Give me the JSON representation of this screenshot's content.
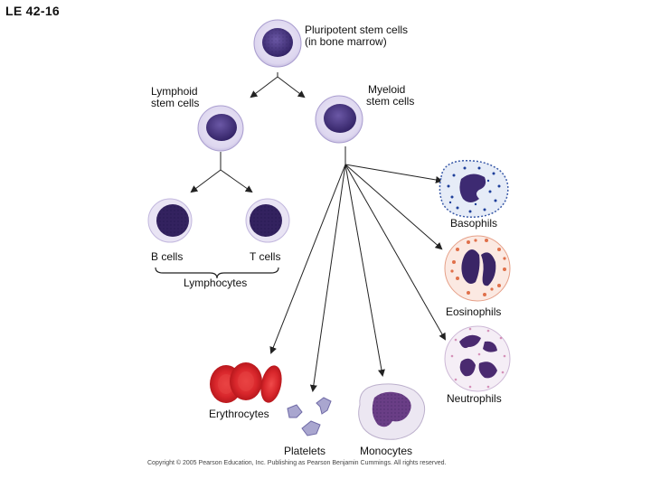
{
  "slide": {
    "title": "LE 42-16"
  },
  "labels": {
    "pluripotent": [
      "Pluripotent stem cells",
      "(in bone marrow)"
    ],
    "lymphoid": [
      "Lymphoid",
      "stem cells"
    ],
    "myeloid": [
      "Myeloid",
      "stem cells"
    ],
    "basophils": "Basophils",
    "b_cells": "B cells",
    "t_cells": "T cells",
    "lymphocytes": "Lymphocytes",
    "eosinophils": "Eosinophils",
    "neutrophils": "Neutrophils",
    "erythrocytes": "Erythrocytes",
    "platelets": "Platelets",
    "monocytes": "Monocytes"
  },
  "copyright": "Copyright © 2005 Pearson Education, Inc. Publishing as Pearson Benjamin Cummings. All rights reserved.",
  "colors": {
    "nucleus": "#3d2a72",
    "cell_membrane": "#d9d3ee",
    "erythrocyte": "#d8262b",
    "basophil_granule": "#1e3f9a",
    "eosinophil_granule": "#e0704a",
    "neutrophil_granule": "#c86aa0",
    "arrow": "#222222"
  }
}
